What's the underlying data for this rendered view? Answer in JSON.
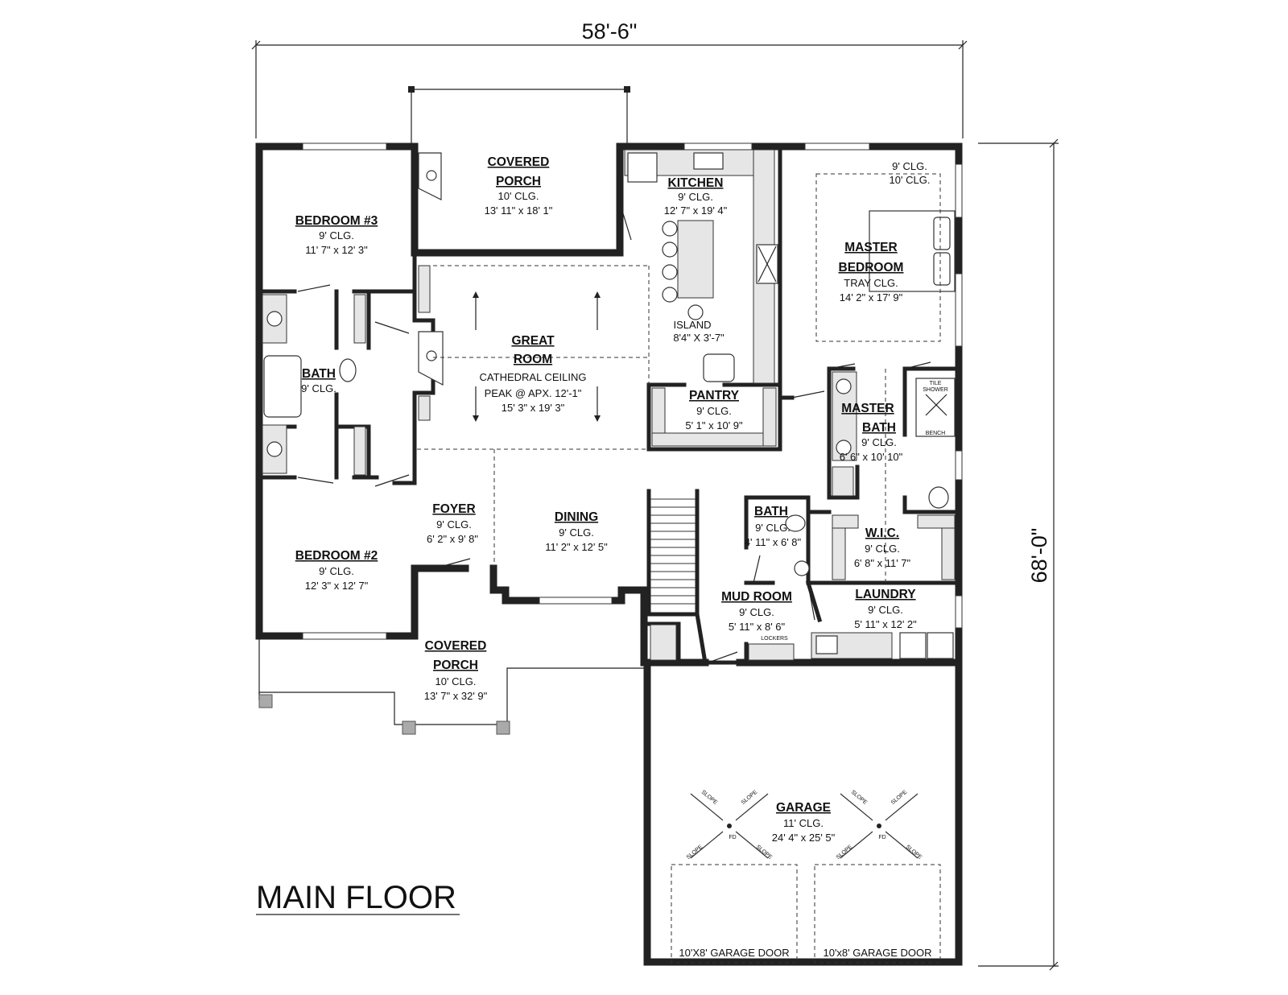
{
  "title": "MAIN FLOOR",
  "dimensions": {
    "width": "58'-6\"",
    "depth": "68'-0\""
  },
  "rooms": {
    "porch_rear": {
      "name1": "COVERED",
      "name2": "PORCH",
      "l1": "10' CLG.",
      "l2": "13' 11\" x 18' 1\""
    },
    "kitchen": {
      "name1": "KITCHEN",
      "l1": "9' CLG.",
      "l2": "12' 7\" x 19' 4\""
    },
    "island": {
      "l1": "ISLAND",
      "l2": "8'4\" X 3'-7\""
    },
    "bedroom3": {
      "name1": "BEDROOM #3",
      "l1": "9' CLG.",
      "l2": "11' 7\" x 12' 3\""
    },
    "master": {
      "name1": "MASTER",
      "name2": "BEDROOM",
      "l1": "TRAY CLG.",
      "l2": "14' 2\" x 17' 9\"",
      "clg1": "9' CLG.",
      "clg2": "10' CLG."
    },
    "bath_shared": {
      "name1": "BATH",
      "l1": "9' CLG."
    },
    "great": {
      "name1": "GREAT",
      "name2": "ROOM",
      "l1": "CATHEDRAL CEILING",
      "l2": "PEAK @ APX. 12'-1\"",
      "l3": "15' 3\" x 19' 3\""
    },
    "pantry": {
      "name1": "PANTRY",
      "l1": "9' CLG.",
      "l2": "5' 1\" x 10' 9\""
    },
    "master_bath": {
      "name1": "MASTER",
      "name2": "BATH",
      "l1": "9' CLG.",
      "l2": "6' 6\" x 10' 10\""
    },
    "tile_shower": {
      "l1": "TILE",
      "l2": "SHOWER",
      "bench": "BENCH"
    },
    "foyer": {
      "name1": "FOYER",
      "l1": "9' CLG.",
      "l2": "6' 2\" x 9' 8\""
    },
    "dining": {
      "name1": "DINING",
      "l1": "9' CLG.",
      "l2": "11' 2\" x 12' 5\""
    },
    "bath2": {
      "name1": "BATH",
      "l1": "9' CLG.",
      "l2": "4' 11\" x 6' 8\""
    },
    "wic": {
      "name1": "W.I.C.",
      "l1": "9' CLG.",
      "l2": "6' 8\" x 11' 7\""
    },
    "bedroom2": {
      "name1": "BEDROOM #2",
      "l1": "9' CLG.",
      "l2": "12' 3\" x 12' 7\""
    },
    "mud": {
      "name1": "MUD ROOM",
      "l1": "9' CLG.",
      "l2": "5' 11\" x 8' 6\"",
      "lockers": "LOCKERS"
    },
    "laundry": {
      "name1": "LAUNDRY",
      "l1": "9' CLG.",
      "l2": "5' 11\" x 12' 2\""
    },
    "porch_front": {
      "name1": "COVERED",
      "name2": "PORCH",
      "l1": "10' CLG.",
      "l2": "13' 7\" x 32' 9\""
    },
    "garage": {
      "name1": "GARAGE",
      "l1": "11' CLG.",
      "l2": "24' 4\" x 25' 5\"",
      "slope": "SLOPE",
      "fd": "FD",
      "door1": "10'X8' GARAGE DOOR",
      "door2": "10'x8' GARAGE DOOR"
    }
  }
}
